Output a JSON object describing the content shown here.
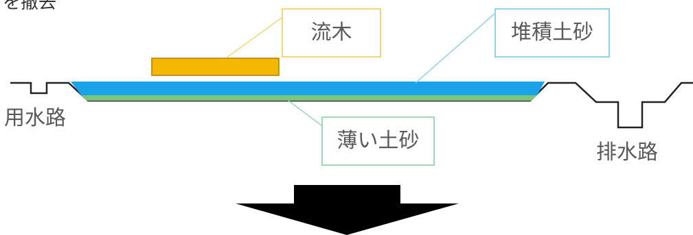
{
  "header_fragment": "を撤去",
  "annotations": {
    "driftwood": "流木",
    "sediment": "堆積土砂",
    "thin_soil": "薄い土砂"
  },
  "channels": {
    "irrigation": "用水路",
    "drainage": "排水路"
  },
  "colors": {
    "driftwood": "#f5b800",
    "driftwood_border": "#b07a00",
    "sediment_layer": "#1aa3e8",
    "thin_soil_layer": "#7cc47a",
    "driftwood_callout": "#f0d878",
    "sediment_callout": "#8fd3e6",
    "thin_soil_callout": "#9fd8b8",
    "ground_line": "#222222",
    "arrow": "#000000"
  }
}
